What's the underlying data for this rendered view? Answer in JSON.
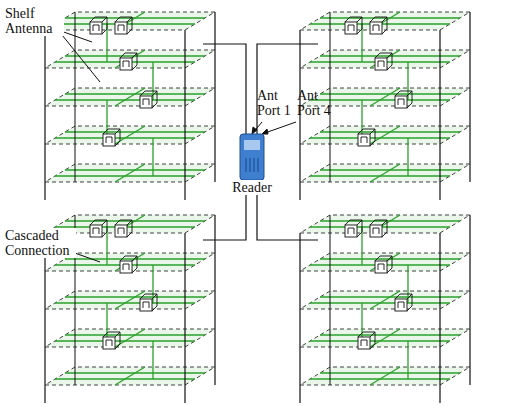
{
  "diagram": {
    "nodes": [
      {
        "text": [
          "Reader"
        ]
      }
    ],
    "labels": [
      "Shelf Antenna",
      "Cascaded Connection",
      "Ant Port 1",
      "Ant Port 4"
    ]
  }
}
